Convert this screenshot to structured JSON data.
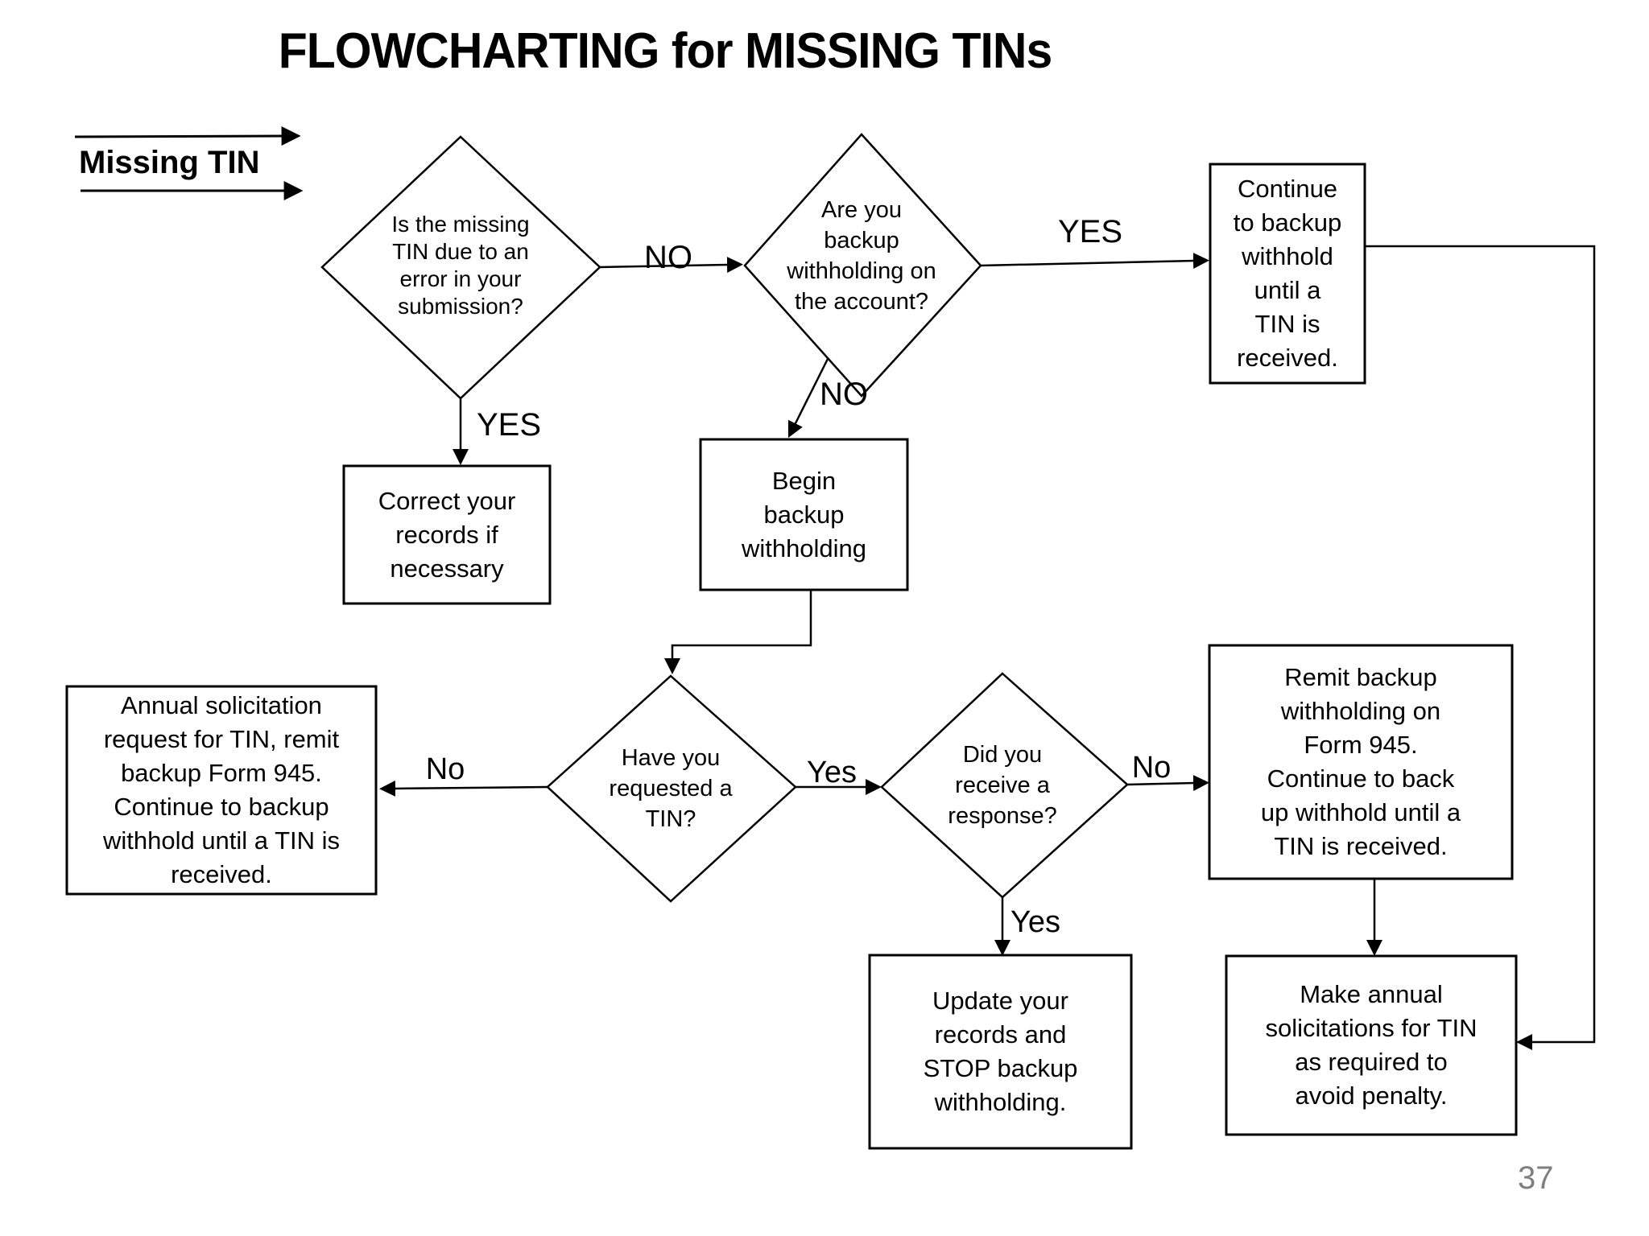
{
  "page": {
    "title": "FLOWCHARTING for MISSING TINs",
    "page_number": "37",
    "colors": {
      "background": "#ffffff",
      "line": "#000000",
      "text": "#000000",
      "page_number": "#7f7f7f"
    }
  },
  "flowchart": {
    "entry": {
      "label": "Missing TIN"
    },
    "decisions": {
      "error_in_submission": {
        "text": "Is the missing\nTIN due to an\nerror in your\nsubmission?"
      },
      "backup_withholding": {
        "text": "Are you\nbackup\nwithholding on\nthe account?"
      },
      "requested_tin": {
        "text": "Have you\nrequested a\nTIN?"
      },
      "received_response": {
        "text": "Did you\nreceive a\nresponse?"
      }
    },
    "processes": {
      "continue_withhold": {
        "text": "Continue\nto backup\nwithhold\nuntil a\nTIN is\nreceived."
      },
      "correct_records": {
        "text": "Correct your\nrecords if\nnecessary"
      },
      "begin_backup": {
        "text": "Begin\nbackup\nwithholding"
      },
      "annual_solicitation": {
        "text": "Annual solicitation\nrequest for TIN, remit\nbackup Form 945.\nContinue to backup\nwithhold until a TIN is\nreceived."
      },
      "remit_form_945": {
        "text": "Remit backup\nwithholding on\nForm 945.\nContinue to back\nup withhold until a\nTIN is received."
      },
      "update_records": {
        "text": "Update your\nrecords and\nSTOP backup\nwithholding."
      },
      "make_annual_solicitations": {
        "text": "Make annual\nsolicitations for TIN\nas required to\navoid penalty."
      }
    },
    "edge_labels": {
      "error_yes": "YES",
      "error_no": "NO",
      "backup_yes": "YES",
      "backup_no": "NO",
      "requested_no": "No",
      "requested_yes": "Yes",
      "response_no": "No",
      "response_yes": "Yes"
    }
  }
}
